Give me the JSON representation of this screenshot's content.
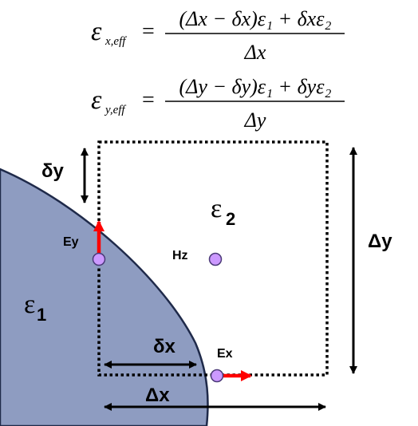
{
  "formulas": {
    "x": {
      "lhs_symbol": "ε",
      "lhs_subscript": "x,eff",
      "equals": "=",
      "numerator": "(Δx − δx)ε₁ + δxε₂",
      "denominator": "Δx"
    },
    "y": {
      "lhs_symbol": "ε",
      "lhs_subscript": "y,eff",
      "equals": "=",
      "numerator": "(Δy − δy)ε₁ + δyε₂",
      "denominator": "Δy"
    }
  },
  "labels": {
    "delta_y_small": "δy",
    "delta_y_big": "Δy",
    "delta_x_small": "δx",
    "delta_x_big": "Δx",
    "eps1_symbol": "ε",
    "eps1_sub": "1",
    "eps2_symbol": "ε",
    "eps2_sub": "2",
    "ey": "Ey",
    "ex": "Ex",
    "hz": "Hz"
  },
  "colors": {
    "material": "#8e9cc1",
    "material_edge": "#1f2a4a",
    "field_arrow": "#ff0000",
    "node_fill": "#cc99ff",
    "node_stroke": "#4b3a78",
    "ink": "#000000"
  }
}
